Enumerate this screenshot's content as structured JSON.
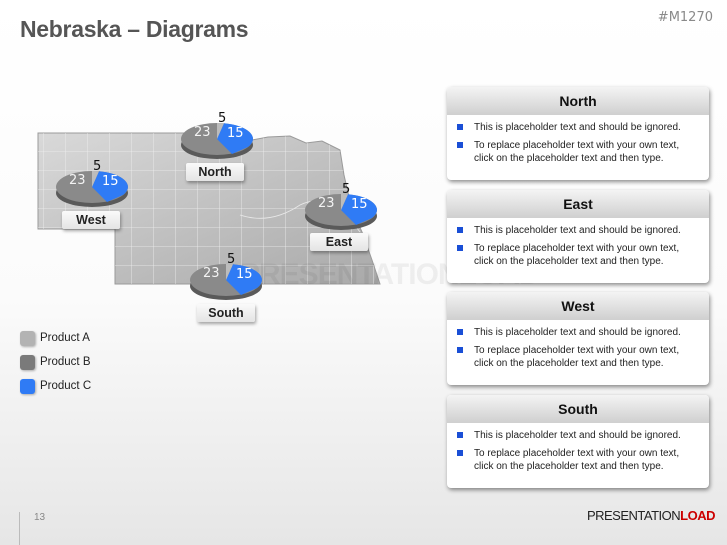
{
  "header": {
    "title": "Nebraska – Diagrams",
    "code": "#M1270"
  },
  "legend": [
    {
      "label": "Product A",
      "color": "#b3b3b3"
    },
    {
      "label": "Product B",
      "color": "#7a7a7a"
    },
    {
      "label": "Product C",
      "color": "#2f7bf5"
    }
  ],
  "regions": {
    "north": {
      "label": "North",
      "a": "5",
      "b": "23",
      "c": "15"
    },
    "west": {
      "label": "West",
      "a": "5",
      "b": "23",
      "c": "15"
    },
    "east": {
      "label": "East",
      "a": "5",
      "b": "23",
      "c": "15"
    },
    "south": {
      "label": "South",
      "a": "5",
      "b": "23",
      "c": "15"
    }
  },
  "panels": [
    {
      "title": "North",
      "bullets": [
        "This is placeholder text and should be ignored.",
        "To replace placeholder text with your own text, click on the placeholder text and then type."
      ]
    },
    {
      "title": "East",
      "bullets": [
        "This is placeholder text and should be ignored.",
        "To replace placeholder text with your own text, click on the placeholder text and then type."
      ]
    },
    {
      "title": "West",
      "bullets": [
        "This is placeholder text and should be ignored.",
        "To replace placeholder text with your own text, click on the placeholder text and then type."
      ]
    },
    {
      "title": "South",
      "bullets": [
        "This is placeholder text and should be ignored.",
        "To replace placeholder text with your own text, click on the placeholder text and then type."
      ]
    }
  ],
  "footer": {
    "page": "13",
    "brand_a": "PRESENTATION",
    "brand_b": "LOAD"
  },
  "watermark": "PRESENTATIONLOAD",
  "chart_data": {
    "type": "pie",
    "title": "Nebraska – Diagrams",
    "categories": [
      "Product A",
      "Product B",
      "Product C"
    ],
    "series": [
      {
        "name": "North",
        "values": [
          5,
          23,
          15
        ]
      },
      {
        "name": "West",
        "values": [
          5,
          23,
          15
        ]
      },
      {
        "name": "East",
        "values": [
          5,
          23,
          15
        ]
      },
      {
        "name": "South",
        "values": [
          5,
          23,
          15
        ]
      }
    ],
    "legend_position": "left-bottom"
  }
}
